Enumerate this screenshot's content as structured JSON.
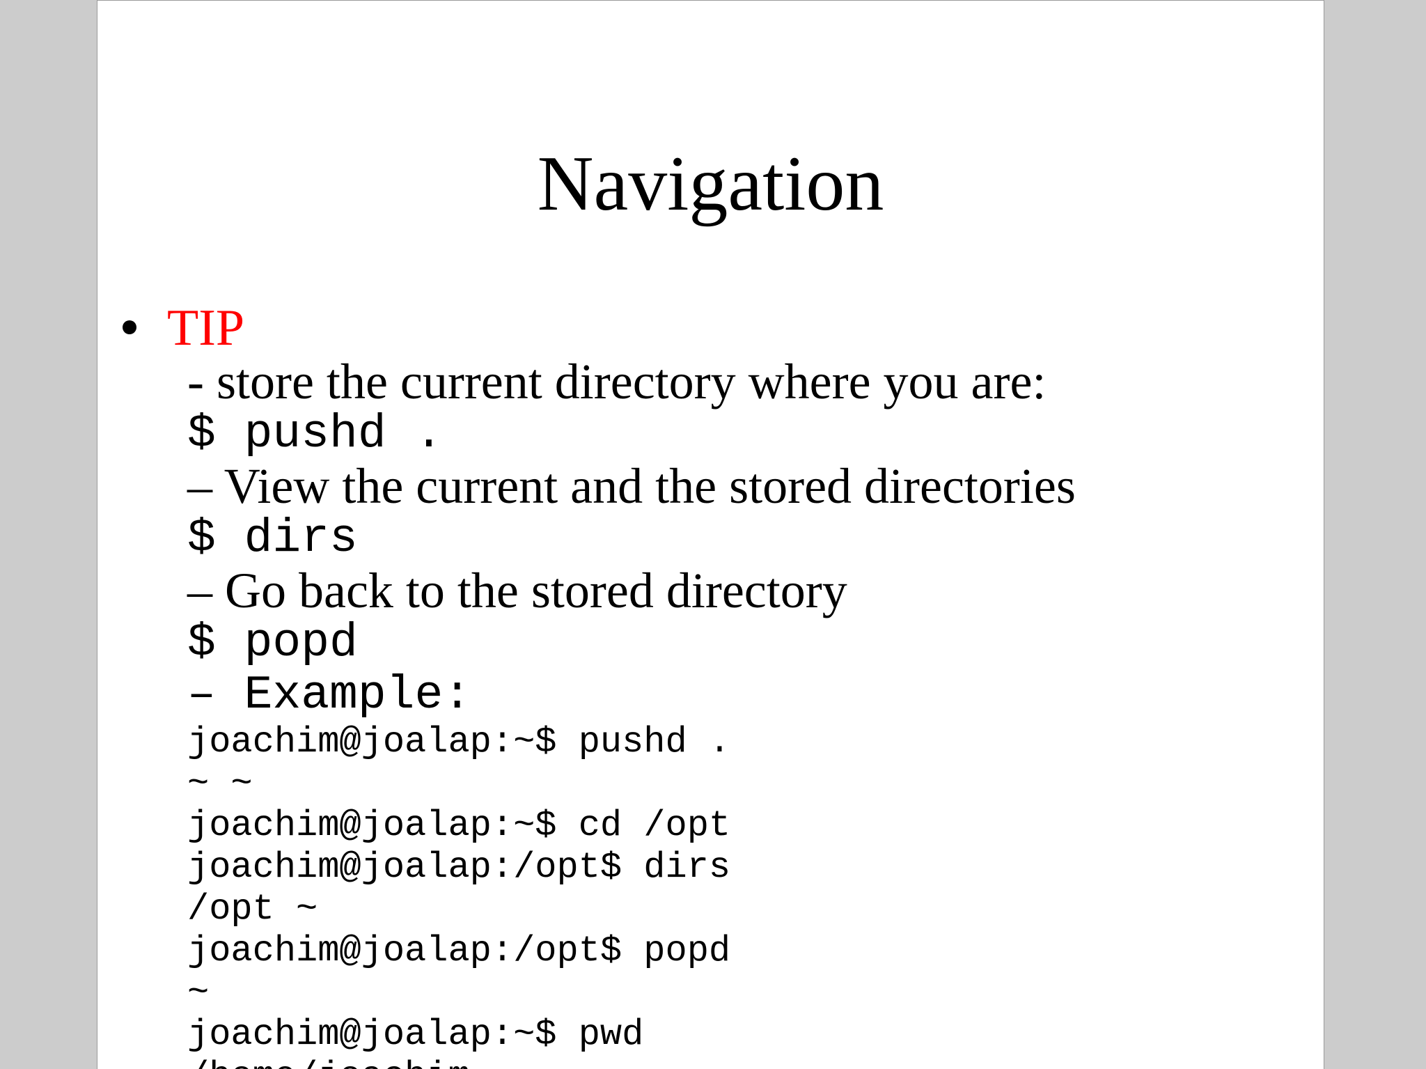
{
  "slide": {
    "title": "Navigation",
    "bullet": {
      "label": "TIP",
      "label_color": "#ff0000"
    },
    "lines": [
      "- store the current directory where you are:",
      "$ pushd .",
      "– View the current and the stored directories",
      "$ dirs",
      "– Go back to the stored directory",
      "$ popd",
      "– Example:"
    ],
    "terminal": [
      "joachim@joalap:~$ pushd .",
      "~ ~",
      "joachim@joalap:~$ cd /opt",
      "joachim@joalap:/opt$ dirs",
      "/opt ~",
      "joachim@joalap:/opt$ popd",
      "~",
      "joachim@joalap:~$ pwd",
      "/home/joachim"
    ]
  }
}
